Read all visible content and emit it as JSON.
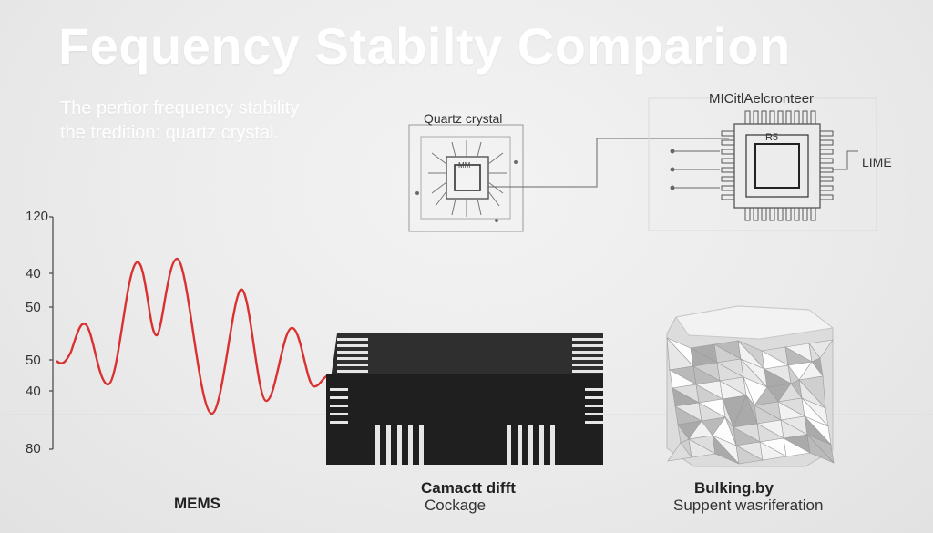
{
  "title": "Fequency Stabilty Comparion",
  "subtitle": {
    "line1": "The pertior frequency stability",
    "line2": "the tredition: quartz crystal."
  },
  "y_ticks": [
    "120",
    "40",
    "50",
    "50",
    "40",
    "80"
  ],
  "diagrams": {
    "quartz_label": "Quartz crystal",
    "quartz_chip_text": "MM",
    "mems_label": "MICitlAelcronteer",
    "mems_chip_text": "R5",
    "line_label": "LIME"
  },
  "captions": {
    "left": "MEMS",
    "middle_title": "Camactt difft",
    "middle_sub": "Cockage",
    "right_title": "Bulking.by",
    "right_sub": "Suppent wasriferation"
  },
  "colors": {
    "waveform": "#d93030",
    "package": "#222222",
    "title": "#ffffff"
  }
}
